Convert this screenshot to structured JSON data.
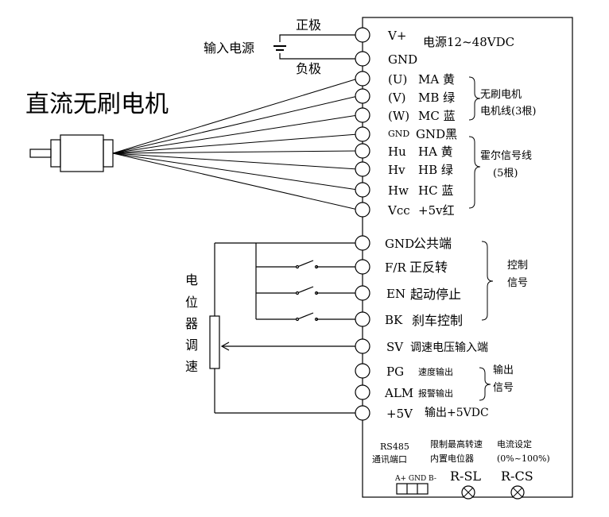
{
  "power": {
    "input_label": "输入电源",
    "positive_label": "正极",
    "negative_label": "负极",
    "supply_note": "电源12~48VDC"
  },
  "motor": {
    "title": "直流无刷电机"
  },
  "terminals": {
    "vplus": "V+",
    "gnd_power": "GND",
    "phase_u": "(U)",
    "phase_v": "(V)",
    "phase_w": "(W)",
    "gnd_hall": "GND",
    "hu": "Hu",
    "hv": "Hv",
    "hw": "Hw",
    "vcc": "Vcc",
    "gnd_common": "GND",
    "fr": "F/R",
    "en": "EN",
    "bk": "BK",
    "sv": "SV",
    "pg": "PG",
    "alm": "ALM",
    "plus5v": "+5V"
  },
  "functions": {
    "ma": "MA 黄",
    "mb": "MB 绿",
    "mc": "MC 蓝",
    "gnd_black": "GND黑",
    "ha": "HA 黄",
    "hb": "HB 绿",
    "hc": "HC 蓝",
    "plus5v_red": "+5v红",
    "common": "公共端",
    "fr": "正反转",
    "en": "起动停止",
    "bk": "刹车控制",
    "sv": "调速电压输入端",
    "pg": "速度输出",
    "alm": "报警输出",
    "plus5v": "输出+5VDC"
  },
  "groups": {
    "motor_line_1": "无刷电机",
    "motor_line_2": "电机线(3根)",
    "hall_line_1": "霍尔信号线",
    "hall_line_2": "(5根)",
    "control_1": "控制",
    "control_2": "信号",
    "output_1": "输出",
    "output_2": "信号"
  },
  "potentiometer": {
    "chars": [
      "电",
      "位",
      "器",
      "调",
      "速"
    ]
  },
  "bottom": {
    "rs485": "RS485",
    "comm_port": "通讯端口",
    "limit_speed": "限制最高转速",
    "builtin_pot": "内置电位器",
    "current_set": "电流设定",
    "current_range": "(0%~100%)",
    "pins": "A+ GND B-",
    "r_sl": "R-SL",
    "r_cs": "R-CS"
  }
}
